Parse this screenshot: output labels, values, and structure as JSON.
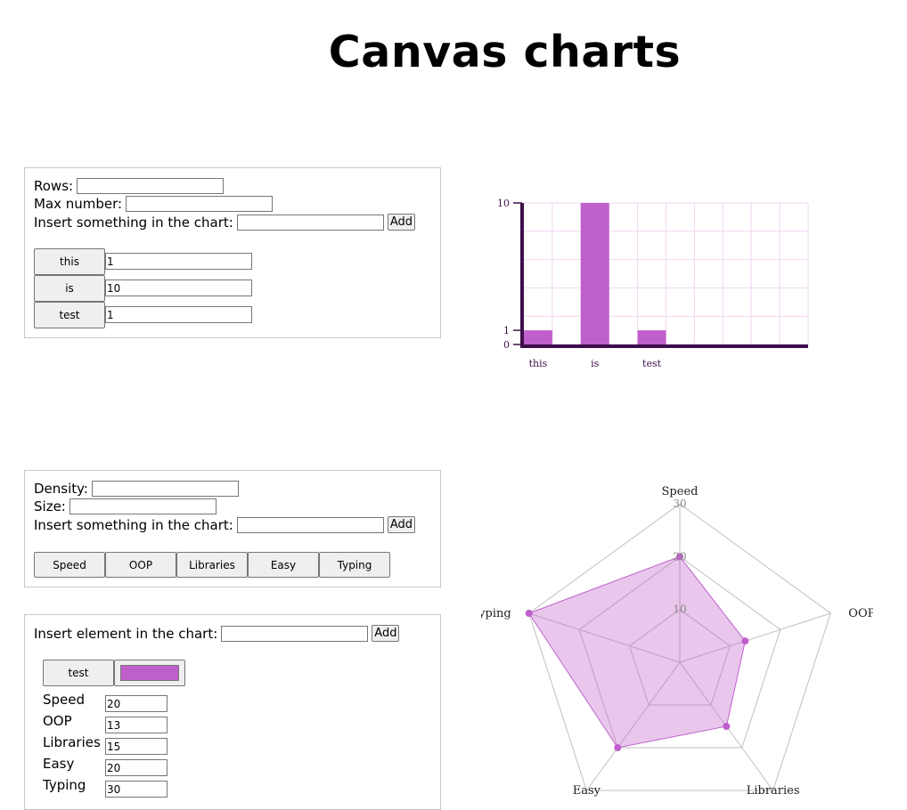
{
  "page": {
    "title": "Canvas charts"
  },
  "bar_form": {
    "rows_label": "Rows:",
    "rows_value": "",
    "max_label": "Max number:",
    "max_value": "",
    "insert_label": "Insert something in the chart:",
    "insert_value": "",
    "add_label": "Add",
    "items": [
      {
        "label": "this",
        "value": "1"
      },
      {
        "label": "is",
        "value": "10"
      },
      {
        "label": "test",
        "value": "1"
      }
    ]
  },
  "radar_form": {
    "density_label": "Density:",
    "density_value": "",
    "size_label": "Size:",
    "size_value": "",
    "insert_label": "Insert something in the chart:",
    "insert_value": "",
    "add_label": "Add",
    "categories": [
      "Speed",
      "OOP",
      "Libraries",
      "Easy",
      "Typing"
    ]
  },
  "element_form": {
    "insert_label": "Insert element in the chart:",
    "insert_value": "",
    "add_label": "Add",
    "element_name": "test",
    "element_color": "#bf5fcc",
    "stats": [
      {
        "label": "Speed",
        "value": "20"
      },
      {
        "label": "OOP",
        "value": "13"
      },
      {
        "label": "Libraries",
        "value": "15"
      },
      {
        "label": "Easy",
        "value": "20"
      },
      {
        "label": "Typing",
        "value": "30"
      }
    ]
  },
  "colors": {
    "bar_fill": "#bf5fcc",
    "axis": "#3d0f4a",
    "grid": "#f0d6f0",
    "radar_fill": "#bf5fcc",
    "radar_grid": "#c0c0c0"
  },
  "chart_data": [
    {
      "type": "bar",
      "categories": [
        "this",
        "is",
        "test"
      ],
      "values": [
        1,
        10,
        1
      ],
      "ytick_labels": [
        "0",
        "1",
        "10"
      ],
      "ylim": [
        0,
        10
      ],
      "grid": true
    },
    {
      "type": "radar",
      "axes": [
        "Speed",
        "OOP",
        "Libraries",
        "Easy",
        "Typing"
      ],
      "rings": 3,
      "ring_labels": [
        "10",
        "20",
        "30"
      ],
      "max": 30,
      "series": [
        {
          "values": [
            20,
            13,
            15,
            20,
            30
          ]
        }
      ]
    }
  ]
}
